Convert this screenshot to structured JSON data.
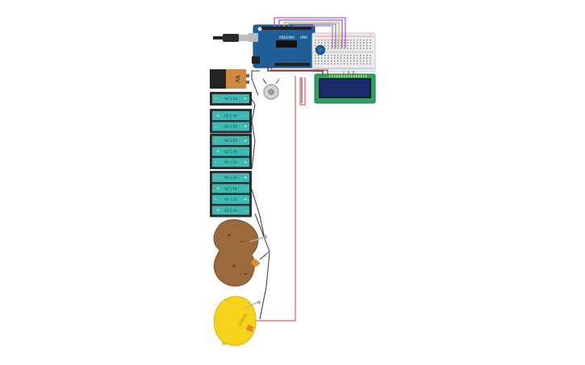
{
  "arduino": {
    "brand": "ARDUINO",
    "model": "UNO"
  },
  "battery_9v": {
    "label": "9V"
  },
  "battery_packs": [
    {
      "cells": [
        {
          "label": "AA 1.5V",
          "flip": false
        }
      ]
    },
    {
      "cells": [
        {
          "label": "AA 1.5V",
          "flip": true
        },
        {
          "label": "AA 1.5V",
          "flip": false
        }
      ]
    },
    {
      "cells": [
        {
          "label": "AA 1.5V",
          "flip": false
        },
        {
          "label": "AA 1.5V",
          "flip": true
        },
        {
          "label": "AA 1.5V",
          "flip": false
        }
      ]
    },
    {
      "cells": [
        {
          "label": "AA 1.5V",
          "flip": false
        },
        {
          "label": "AA 1.5V",
          "flip": true
        },
        {
          "label": "AA 1.5V",
          "flip": false
        },
        {
          "label": "AA 1.5V",
          "flip": true
        }
      ]
    }
  ],
  "lemon": {
    "label": "LEMON"
  },
  "colors": {
    "arduino_blue": "#1f5e96",
    "lcd_green": "#2f9f62",
    "lcd_screen": "#1a2a6b",
    "battery_teal": "#3fb8b2",
    "battery_case": "#2b2f33",
    "potato": "#9a6a3c",
    "lemon": "#f5d21c",
    "wire_red": "#d93a3a",
    "wire_black": "#333333"
  }
}
